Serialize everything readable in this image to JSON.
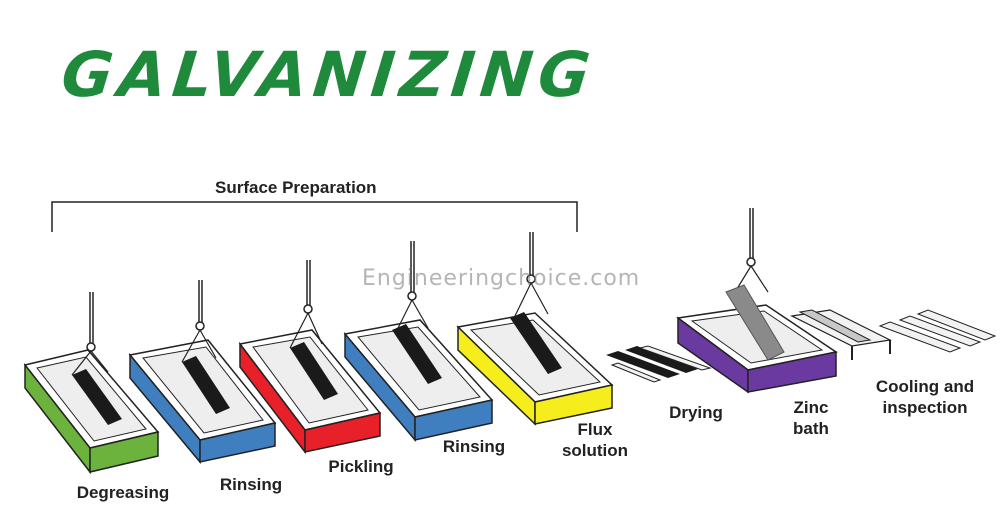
{
  "title": "GALVANIZING",
  "watermark": "Engineeringchoice.com",
  "group_label": "Surface Preparation",
  "steps": [
    {
      "label": "Degreasing",
      "color": "#6cb33e"
    },
    {
      "label": "Rinsing",
      "color": "#3f7fbf"
    },
    {
      "label": "Pickling",
      "color": "#e8202a"
    },
    {
      "label": "Rinsing",
      "color": "#3f7fbf"
    },
    {
      "label": "Flux\nsolution",
      "color": "#f5ee1c"
    },
    {
      "label": "Drying"
    },
    {
      "label": "Zinc\nbath",
      "color": "#6a3aa0"
    },
    {
      "label": "Cooling and\ninspection"
    }
  ],
  "colors": {
    "title": "#1f8a3c"
  }
}
